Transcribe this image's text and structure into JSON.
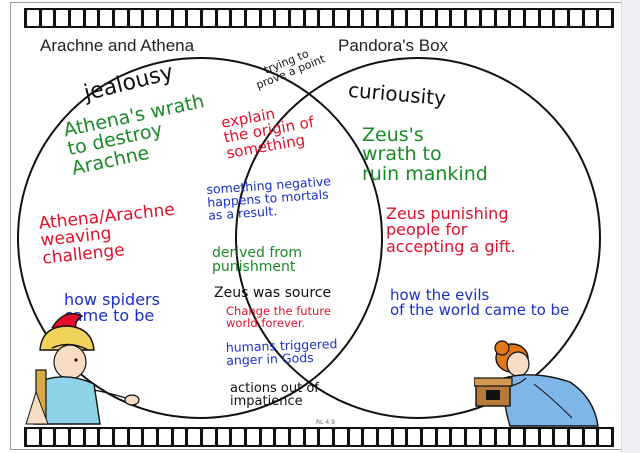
{
  "titles": {
    "left": "Arachne and Athena",
    "right": "Pandora's Box"
  },
  "headings": {
    "left": "jealousy",
    "center": "trying to\nprove a point",
    "right": "curiousity"
  },
  "notes": {
    "left_1": "Athena's wrath\nto destroy\nArachne",
    "left_2": "Athena/Arachne\nweaving\nchallenge",
    "left_3": "how spiders\ncame to be",
    "center_1": "explain\nthe origin of\nsomething",
    "center_2": "something negative\nhappens to mortals\nas a result.",
    "center_3": "derived from\npunishment",
    "center_4": "Zeus was source",
    "center_5": "Change the future\nworld forever.",
    "center_6": "humans triggered\nanger in Gods",
    "center_7": "actions out of\nimpatience",
    "right_1": "Zeus's\nwrath to\nruin mankind",
    "right_2": "Zeus punishing\npeople for\naccepting a gift.",
    "right_3": "how the evils\nof the world came to be"
  },
  "footer": {
    "page_number": "RL 4.9"
  },
  "colors": {
    "green": "#1a8a26",
    "red": "#e2102a",
    "blue": "#1b2fc9",
    "black": "#111111"
  }
}
